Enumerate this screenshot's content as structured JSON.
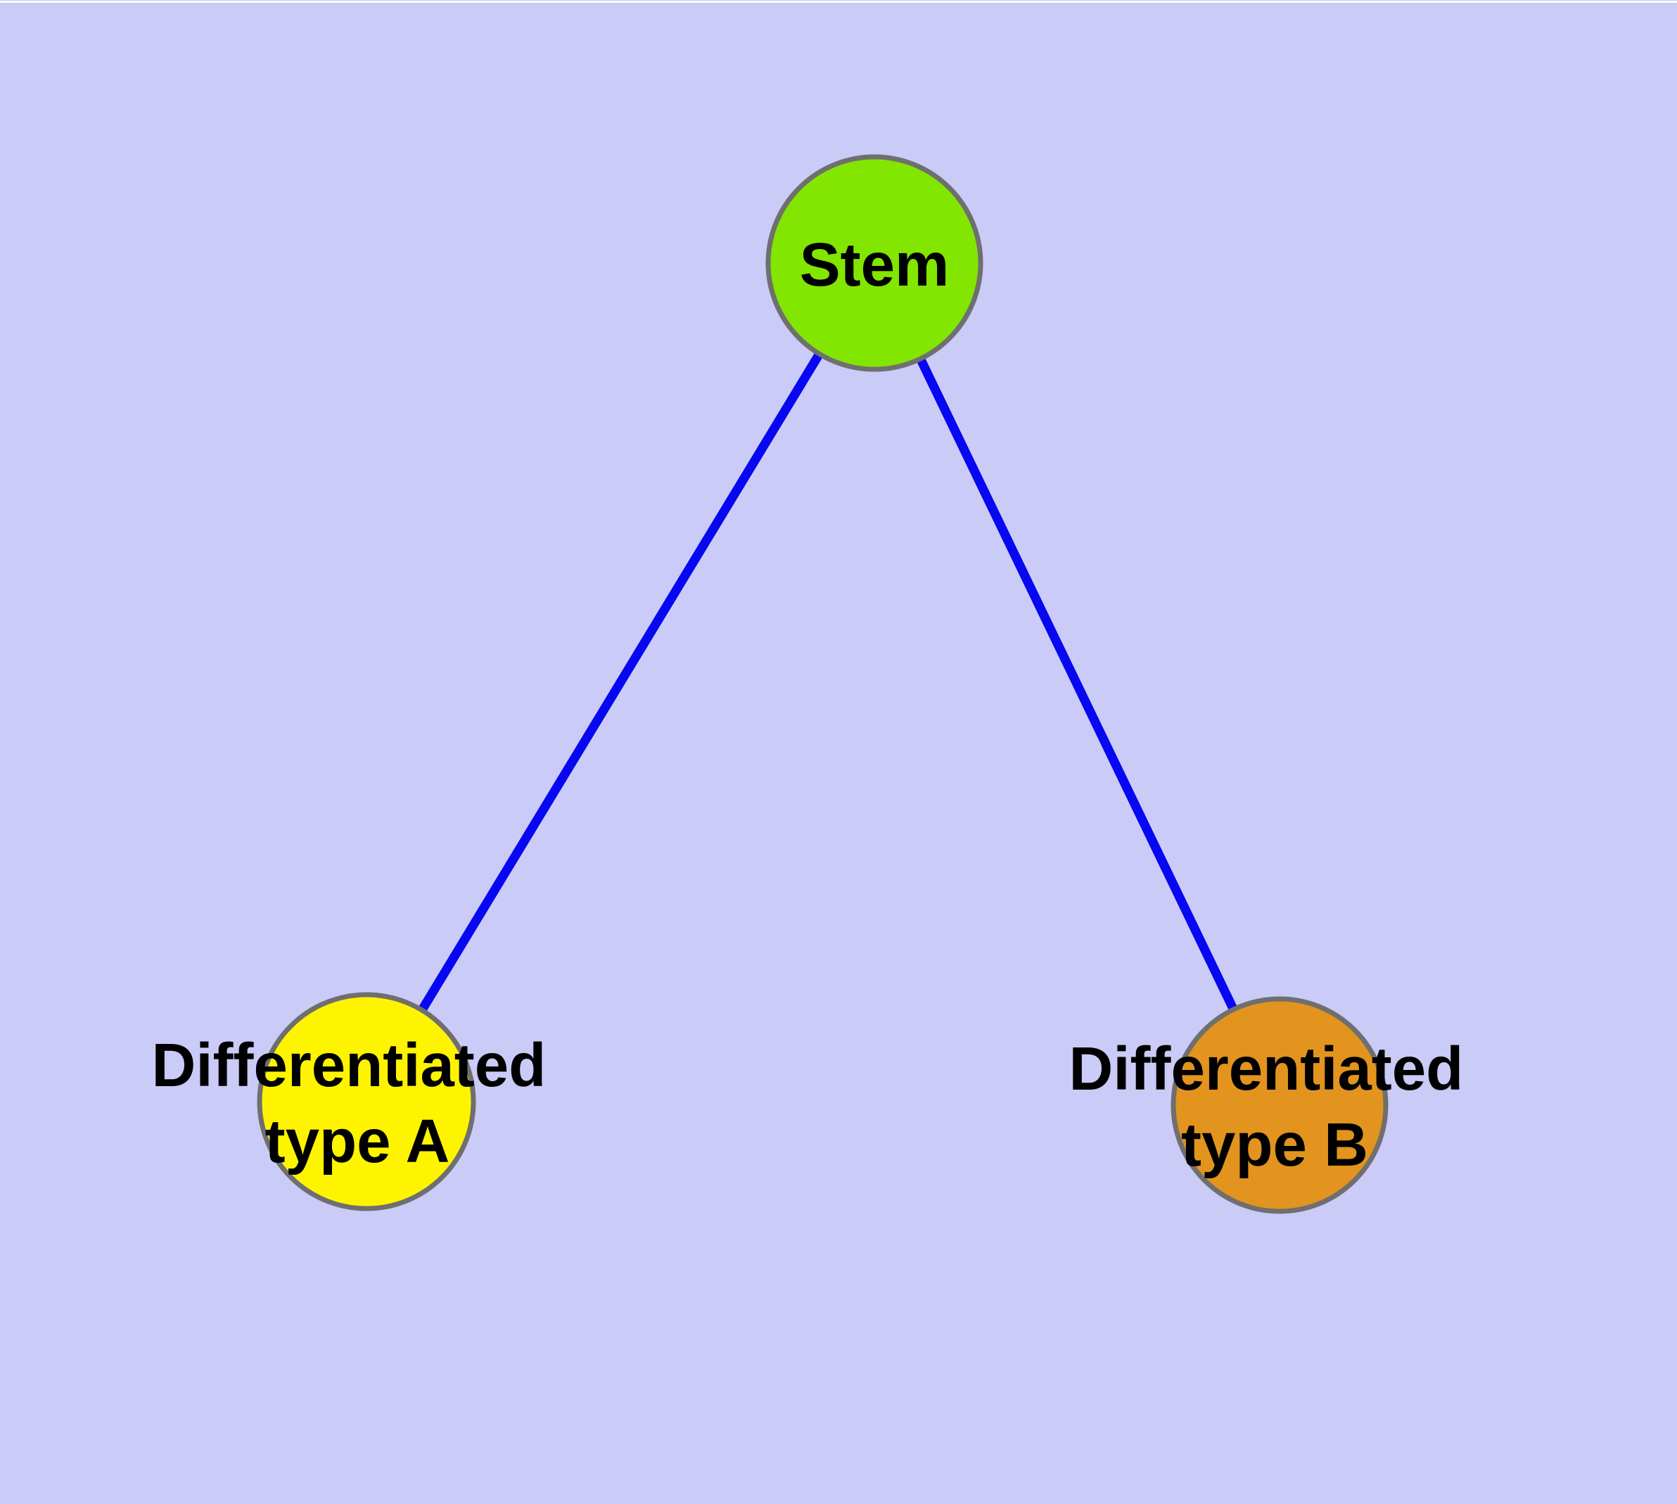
{
  "diagram": {
    "type": "node-link-graph",
    "description": "Stem cell differentiation diagram: one stem node connected to two differentiated cell-type nodes",
    "background_color": "#cbcbf7",
    "edge_color": "#0707f2",
    "node_border_color": "#6f6f6f",
    "label_color": "#000000",
    "nodes": [
      {
        "id": "stem",
        "label": "Stem",
        "label_line1": "Stem",
        "label_line2": "",
        "fill": "#82e600"
      },
      {
        "id": "differentiated-type-a",
        "label": "Differentiated type A",
        "label_line1": "Differentiated",
        "label_line2": "type A",
        "fill": "#fff400"
      },
      {
        "id": "differentiated-type-b",
        "label": "Differentiated type B",
        "label_line1": "Differentiated",
        "label_line2": "type B",
        "fill": "#e2941e"
      }
    ],
    "edges": [
      {
        "from": "Stem",
        "to": "Differentiated type A"
      },
      {
        "from": "Stem",
        "to": "Differentiated type B"
      }
    ]
  }
}
